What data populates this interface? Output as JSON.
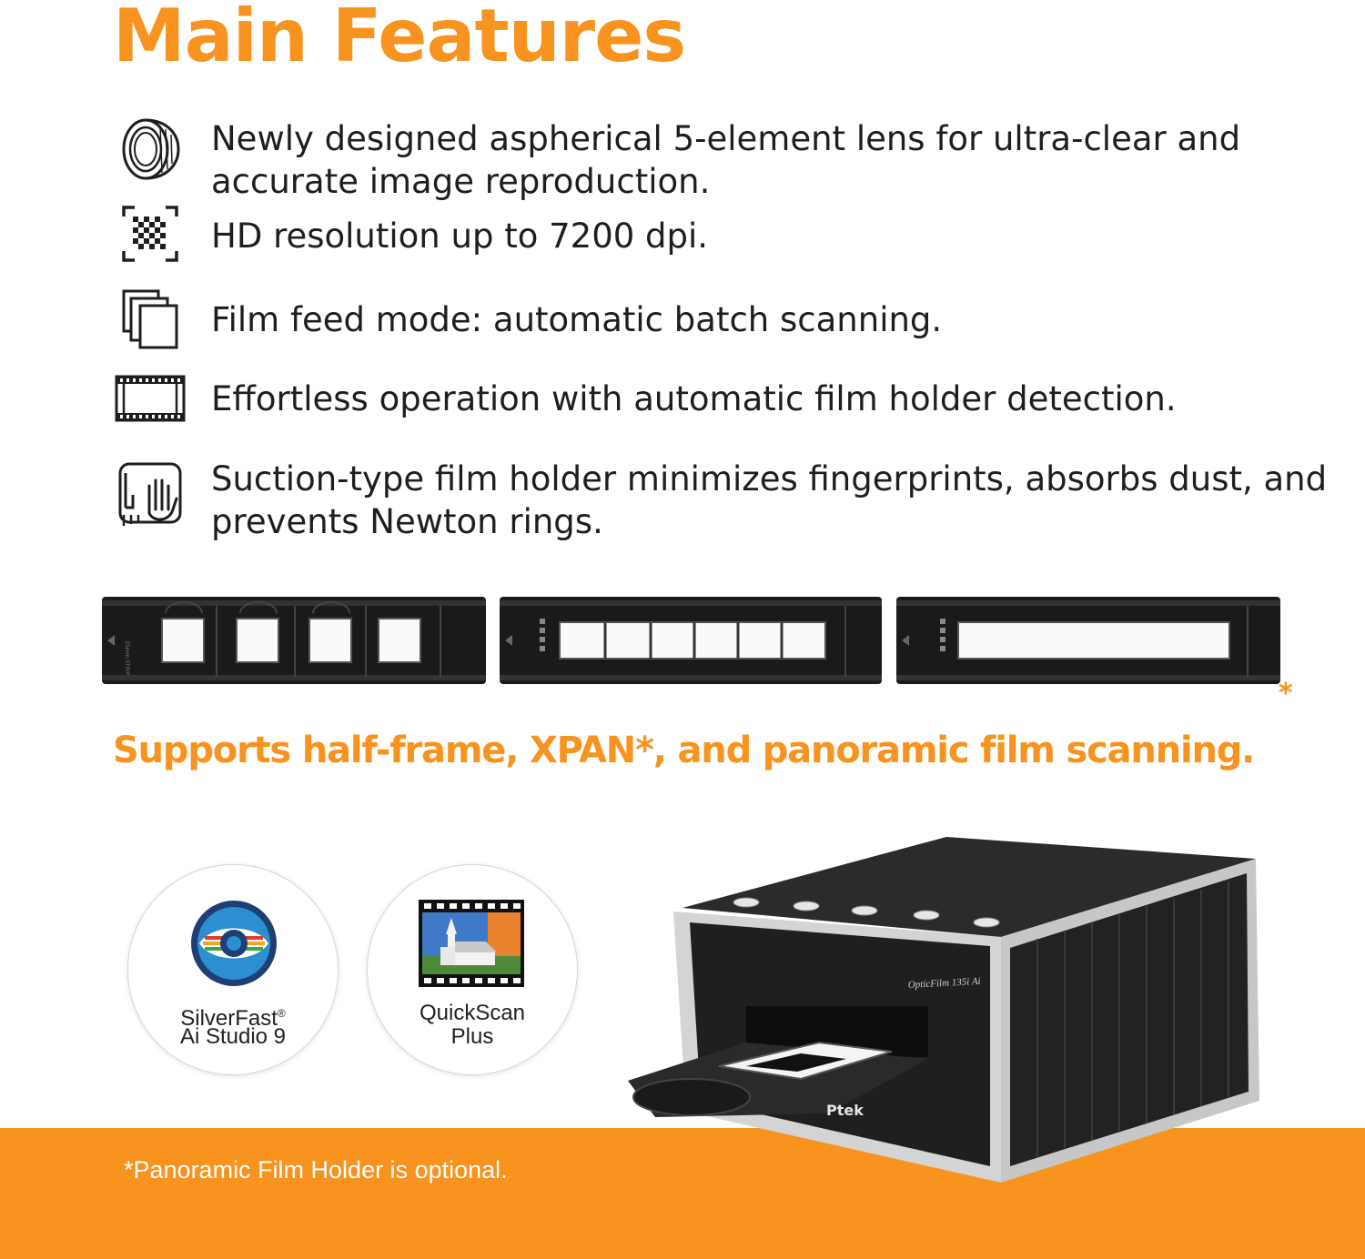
{
  "colors": {
    "accent": "#f7931e",
    "text": "#1e1e1e",
    "white": "#ffffff"
  },
  "title": "Main Features",
  "features": [
    {
      "icon": "lens-icon",
      "text": "Newly designed aspherical 5-element lens for ultra-clear and accurate image reproduction."
    },
    {
      "icon": "resolution-icon",
      "text": "HD resolution up to 7200 dpi."
    },
    {
      "icon": "stacked-pages-icon",
      "text": "Film feed mode: automatic batch scanning."
    },
    {
      "icon": "film-holder-icon",
      "text": "Effortless operation with automatic film holder detection."
    },
    {
      "icon": "suction-hand-icon",
      "text": "Suction-type film holder minimizes fingerprints, absorbs dust, and prevents Newton rings."
    }
  ],
  "holder_marker": "*",
  "supports_text": "Supports half-frame, XPAN*, and panoramic film scanning.",
  "software": [
    {
      "icon": "silverfast-eye-icon",
      "name": "SilverFast",
      "reg": "®",
      "line2": "Ai Studio 9"
    },
    {
      "icon": "quickscan-church-icon",
      "name": "QuickScan",
      "line2": "Plus"
    }
  ],
  "scanner": {
    "model_label": "OpticFilm 135i Ai",
    "brand_partial": "Ptek"
  },
  "footnote": "*Panoramic Film Holder is optional."
}
